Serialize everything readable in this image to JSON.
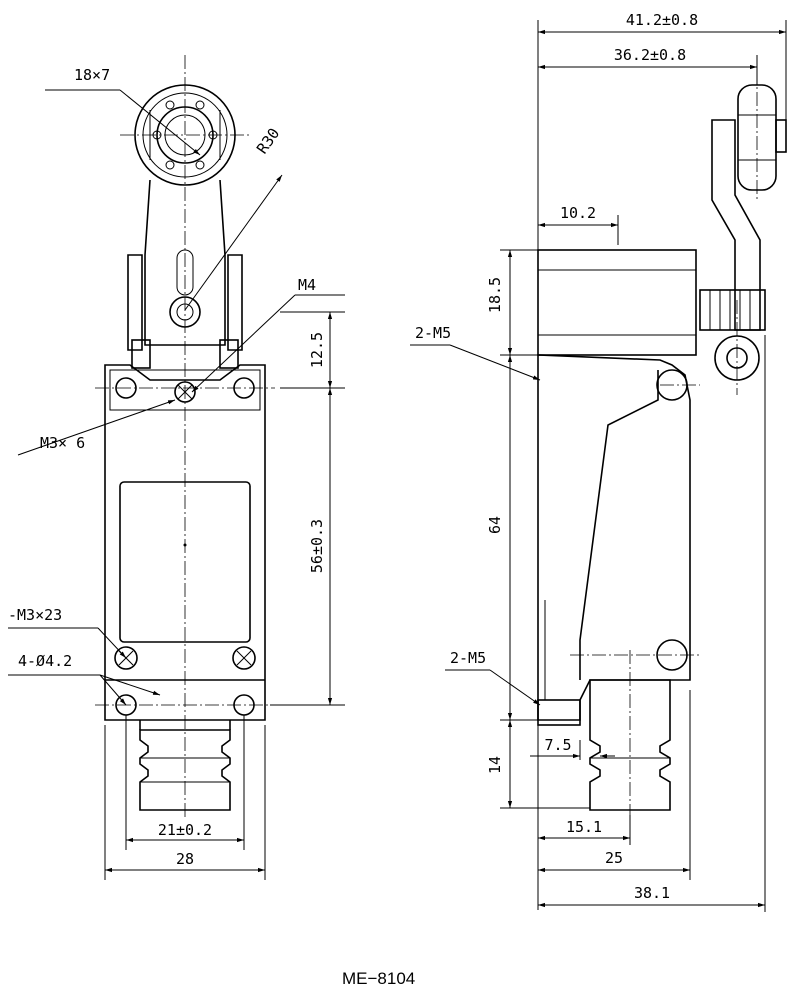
{
  "model_number": "ME−8104",
  "front_view": {
    "roller_size": "18×7",
    "arm_radius": "R30",
    "thread_top": "M4",
    "screw_top": "M3× 6",
    "dim_top_to_mount": "12.5",
    "dim_mount_spacing": "56±0.3",
    "screw_cover": "-M3×23",
    "mount_holes": "4-Ø4.2",
    "dim_hole_spacing": "21±0.2",
    "dim_width": "28"
  },
  "side_view": {
    "dim_overall_41": "41.2±0.8",
    "dim_overall_36": "36.2±0.8",
    "dim_10": "10.2",
    "dim_18": "18.5",
    "thread_upper": "2-M5",
    "dim_64": "64",
    "thread_lower": "2-M5",
    "dim_14": "14",
    "dim_7": "7.5",
    "dim_15": "15.1",
    "dim_25": "25",
    "dim_38": "38.1"
  }
}
